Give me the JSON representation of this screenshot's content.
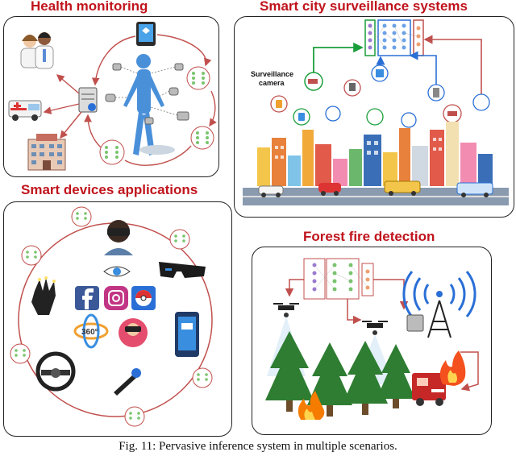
{
  "panels": {
    "health": {
      "title": "Health monitoring"
    },
    "city": {
      "title": "Smart city surveillance systems",
      "camera_label_line1": "Surveillance",
      "camera_label_line2": "camera"
    },
    "devices": {
      "title": "Smart devices applications",
      "icon_360": "360°"
    },
    "forest": {
      "title": "Forest fire detection"
    }
  },
  "caption": "Fig. 11: Pervasive inference system in multiple scenarios.",
  "colors": {
    "title_red": "#c0141c",
    "arrow_red": "#c0504d",
    "arrow_green": "#1a9e3a",
    "arrow_blue": "#2a6fd6",
    "body_blue": "#4a90d9",
    "tree_green": "#2e7d32"
  },
  "icons": [
    "doctor-icon",
    "ambulance-icon",
    "hospital-icon",
    "server-icon",
    "human-body-icon",
    "tablet-icon",
    "neural-network-icon",
    "surveillance-camera-icon",
    "city-skyline-icon",
    "vr-headset-icon",
    "eye-scan-icon",
    "smart-glasses-icon",
    "facebook-icon",
    "instagram-icon",
    "pokeball-icon",
    "smartphone-icon",
    "data-glove-icon",
    "steering-wheel-icon",
    "motion-controller-icon",
    "drone-icon",
    "radio-tower-icon",
    "fire-truck-icon",
    "pine-tree-icon",
    "fire-icon"
  ]
}
